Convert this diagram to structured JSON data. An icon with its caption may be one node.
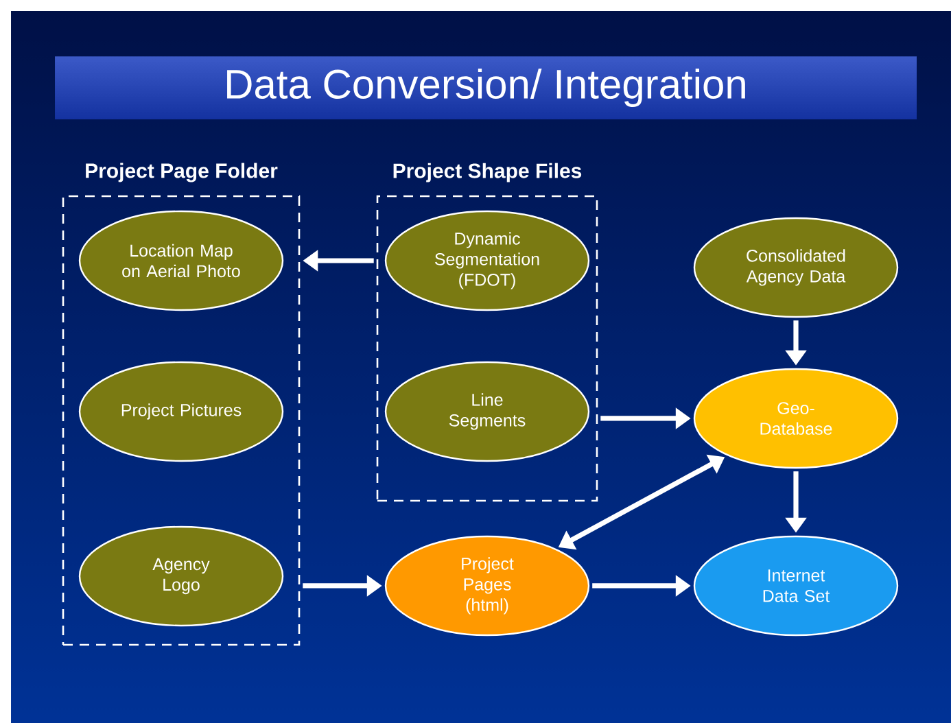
{
  "diagram": {
    "title": "Data Conversion/ Integration",
    "nodes": [
      {
        "text": [
          "Project Page Folder"
        ]
      },
      {
        "text": [
          "Location Map on Aerial Photo"
        ],
        "in": 0
      },
      {
        "text": [
          "Project Pictures"
        ],
        "in": 0
      },
      {
        "text": [
          "Agency Logo"
        ],
        "in": 0
      },
      {
        "text": [
          "Project Shape Files"
        ]
      },
      {
        "text": [
          "Dynamic Segmentation (FDOT)"
        ],
        "in": 4
      },
      {
        "text": [
          "Line Segments"
        ],
        "in": 4
      },
      {
        "text": [
          "Consolidated Agency Data"
        ]
      },
      {
        "text": [
          "Geo-Database"
        ]
      },
      {
        "text": [
          "Project Pages (html)"
        ]
      },
      {
        "text": [
          "Internet Data Set"
        ]
      }
    ],
    "edges": [
      {
        "from": 4,
        "to": 0,
        "arrow": "to"
      },
      {
        "from": 4,
        "to": 8,
        "arrow": "to"
      },
      {
        "from": 7,
        "to": 8,
        "arrow": "to"
      },
      {
        "from": 9,
        "to": 8,
        "arrow": "both"
      },
      {
        "from": 8,
        "to": 10,
        "arrow": "to"
      },
      {
        "from": 0,
        "to": 9,
        "arrow": "to"
      },
      {
        "from": 9,
        "to": 10,
        "arrow": "to"
      }
    ]
  }
}
